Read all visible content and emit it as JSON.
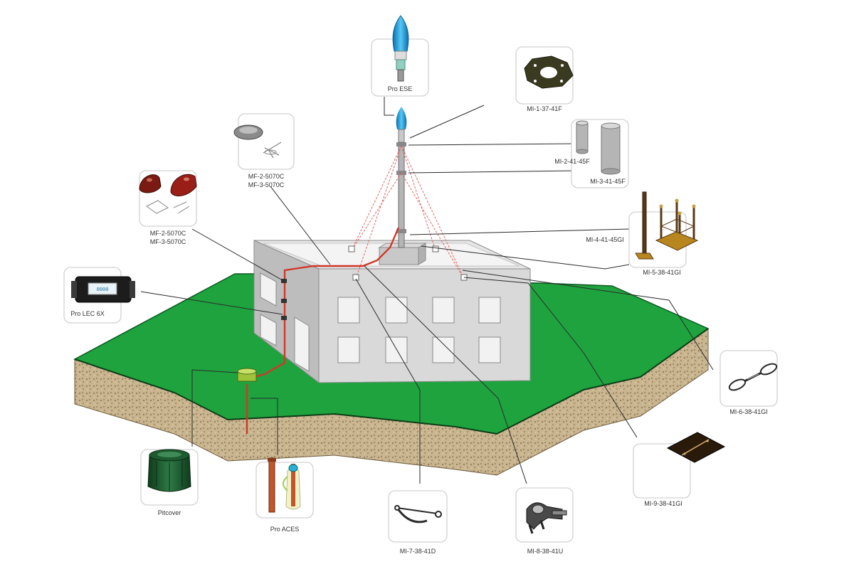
{
  "diagram": {
    "components": {
      "pro_ese": "Pro ESE",
      "mi_1_37_41f": "MI-1-37-41F",
      "mf_5070c_roof_a": "MF-2-5070C",
      "mf_5070c_roof_b": "MF-3-5070C",
      "mi_2_41_45f": "MI-2-41-45F",
      "mi_3_41_45f": "MI-3-41-45F",
      "mf_5070c_wall_a": "MF-2-5070C",
      "mf_5070c_wall_b": "MF-3-5070C",
      "mi_4_41_45gi": "MI-4-41-45GI",
      "mi_5_38_41gi": "MI-5-38-41GI",
      "pro_lec_6x": "Pro LEC 6X",
      "mi_6_38_41gi": "MI-6-38-41GI",
      "mi_9_38_41gi": "MI-9-38-41GI",
      "pitcover": "Pitcover",
      "pro_aces": "Pro ACES",
      "mi_7_38_41d": "MI-7-38-41D",
      "mi_8_38_41u": "MI-8-38-41U"
    },
    "counter_display": "0000"
  },
  "colors": {
    "grass": "#1fa33e",
    "soil": "#c9b590",
    "building": "#d9d9d9",
    "conductor": "#d0382a",
    "terminal": "#1a9fe0"
  }
}
